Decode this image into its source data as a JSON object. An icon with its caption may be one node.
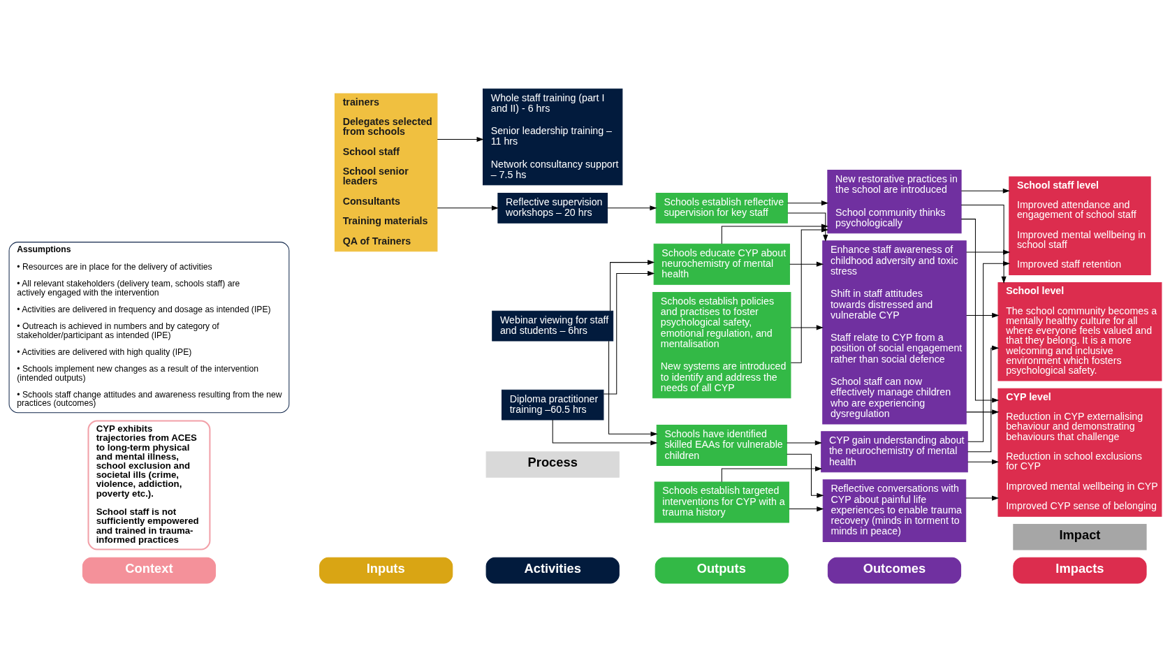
{
  "diagram": {
    "nodes": [
      {
        "text": [
          "Context"
        ]
      },
      {
        "text": [
          "Inputs"
        ]
      },
      {
        "text": [
          "Activities"
        ]
      },
      {
        "text": [
          "Outputs"
        ]
      },
      {
        "text": [
          "Outcomes"
        ]
      },
      {
        "text": [
          "Impacts"
        ]
      },
      {
        "text": [
          "Process"
        ]
      },
      {
        "text": [
          "Impact"
        ]
      },
      {
        "text": [
          "CYP exhibits trajectories from ACES to long-term physical and mental illness, school exclusion and societal ills (crime, violence, addiction, poverty etc.).",
          "School staff is not sufficiently empowered and trained in trauma-informed practices"
        ]
      },
      {
        "text": [
          "trainers",
          "Delegates selected from schools",
          "School staff",
          "School senior leaders",
          "Consultants",
          "Training materials",
          "QA of Trainers"
        ]
      },
      {
        "text": [
          "Whole staff training (part I and II) - 6 hrs",
          "Senior leadership training – 11 hrs",
          "Network consultancy support – 7.5 hs"
        ]
      },
      {
        "text": [
          "Reflective supervision workshops – 20 hrs"
        ]
      },
      {
        "text": [
          "Webinar viewing for staff and students – 6hrs"
        ]
      },
      {
        "text": [
          "Diploma practitioner training –60.5 hrs"
        ]
      },
      {
        "text": [
          "Schools establish policies and practises to foster psychological safety, emotional regulation, and mentalisation",
          "New systems are introduced to identify and address the needs of all CYP"
        ]
      },
      {
        "text": [
          "Schools establish reflective supervision for key staff"
        ]
      },
      {
        "text": [
          "Schools educate CYP about neurochemistry of mental health"
        ]
      },
      {
        "text": [
          "Schools have identified skilled EAAs for vulnerable children"
        ]
      },
      {
        "text": [
          "Schools establish targeted interventions for CYP with a trauma history"
        ]
      },
      {
        "text": [
          "New restorative practices in the school are introduced",
          "School community thinks psychologically"
        ]
      },
      {
        "text": [
          "Enhance staff awareness of childhood adversity and toxic stress",
          "Shift in staff attitudes towards distressed and vulnerable CYP",
          "Staff relate to CYP from a position of social engagement rather than social defence",
          "School staff can now effectively manage children who are experiencing dysregulation"
        ]
      },
      {
        "text": [
          "CYP gain understanding about the neurochemistry of mental health"
        ]
      },
      {
        "text": [
          "Reflective conversations with CYP about painful life experiences to enable trauma recovery (minds in torment to minds in peace)"
        ]
      },
      {
        "text": [
          "School level",
          "The school community becomes a mentally healthy culture for all where everyone feels valued and that they belong. It is a more welcoming and inclusive environment which fosters psychological safety."
        ]
      },
      {
        "text": [
          "School staff level",
          "Improved attendance and engagement of school staff",
          "Improved mental wellbeing in school staff",
          "Improved staff retention"
        ]
      },
      {
        "text": [
          "CYP level",
          "Reduction in CYP externalising behaviour and demonstrating behaviours that challenge",
          "Reduction in school exclusions for CYP",
          "Improved mental wellbeing in CYP",
          "Improved CYP sense of belonging"
        ]
      },
      {
        "text": [
          "Assumptions",
          "• Resources are in place for the delivery of activities",
          "• All relevant stakeholders (delivery team, schools staff) are actively engaged with the intervention",
          "• Activities are delivered in frequency and dosage as intended (IPE)",
          "• Outreach is achieved in numbers and by category of stakeholder/participant as intended (IPE)",
          "• Activities are delivered with high quality (IPE)",
          "• Schools implement new changes as a result of the intervention (intended outputs)",
          "• Schools staff change attitudes and awareness resulting from the new practices (outcomes)"
        ]
      }
    ],
    "edges": [
      {
        "from": 9,
        "to": 10,
        "arrow": "to"
      },
      {
        "from": 9,
        "to": 11,
        "arrow": "to"
      },
      {
        "from": 11,
        "to": 15,
        "arrow": "to"
      },
      {
        "from": 12,
        "to": 16,
        "arrow": "to"
      },
      {
        "from": 12,
        "to": 17,
        "arrow": "to"
      },
      {
        "from": 13,
        "to": 16,
        "arrow": "to"
      },
      {
        "from": 13,
        "to": 17,
        "arrow": "to"
      },
      {
        "from": 14,
        "to": 19,
        "arrow": "to"
      },
      {
        "from": 14,
        "to": 20,
        "arrow": "to"
      },
      {
        "from": 15,
        "to": 19,
        "arrow": "to"
      },
      {
        "from": 15,
        "to": 20,
        "arrow": "to"
      },
      {
        "from": 16,
        "to": 19,
        "arrow": "to"
      },
      {
        "from": 16,
        "to": 20,
        "arrow": "to"
      },
      {
        "from": 17,
        "to": 21,
        "arrow": "to"
      },
      {
        "from": 17,
        "to": 22,
        "arrow": "to"
      },
      {
        "from": 18,
        "to": 21,
        "arrow": "to"
      },
      {
        "from": 18,
        "to": 22,
        "arrow": "to"
      },
      {
        "from": 19,
        "to": 23,
        "arrow": "to"
      },
      {
        "from": 19,
        "to": 24,
        "arrow": "to"
      },
      {
        "from": 19,
        "to": 25,
        "arrow": "to"
      },
      {
        "from": 20,
        "to": 23,
        "arrow": "to"
      },
      {
        "from": 20,
        "to": 24,
        "arrow": "to"
      },
      {
        "from": 20,
        "to": 25,
        "arrow": "to"
      },
      {
        "from": 21,
        "to": 23,
        "arrow": "to"
      },
      {
        "from": 21,
        "to": 24,
        "arrow": "to"
      },
      {
        "from": 21,
        "to": 25,
        "arrow": "to"
      },
      {
        "from": 22,
        "to": 25,
        "arrow": "to"
      }
    ]
  }
}
